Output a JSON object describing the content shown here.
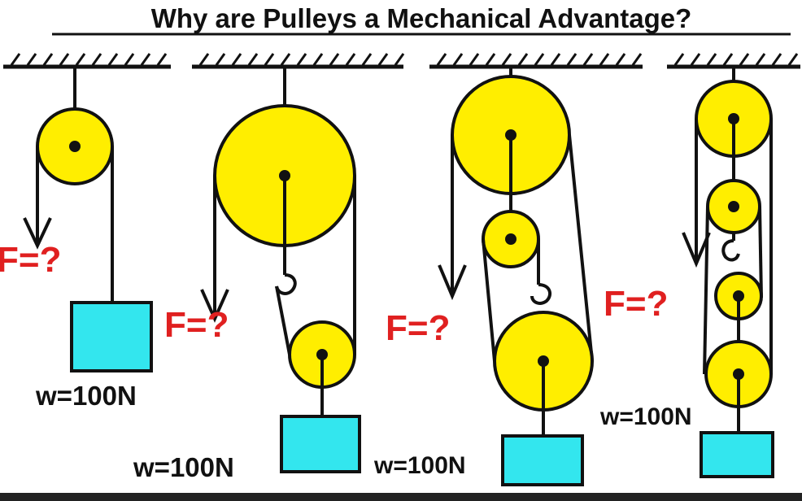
{
  "title": "Why are Pulleys a Mechanical Advantage?",
  "colors": {
    "pulley_fill": "#ffee00",
    "box_fill": "#33e6ee",
    "force_text": "#e02020",
    "line": "#111111"
  },
  "systems": [
    {
      "force_label": "F=?",
      "weight_label": "w=100N"
    },
    {
      "force_label": "F=?",
      "weight_label": "w=100N"
    },
    {
      "force_label": "F=?",
      "weight_label": "w=100N"
    },
    {
      "force_label": "F=?",
      "weight_label": "w=100N"
    }
  ]
}
